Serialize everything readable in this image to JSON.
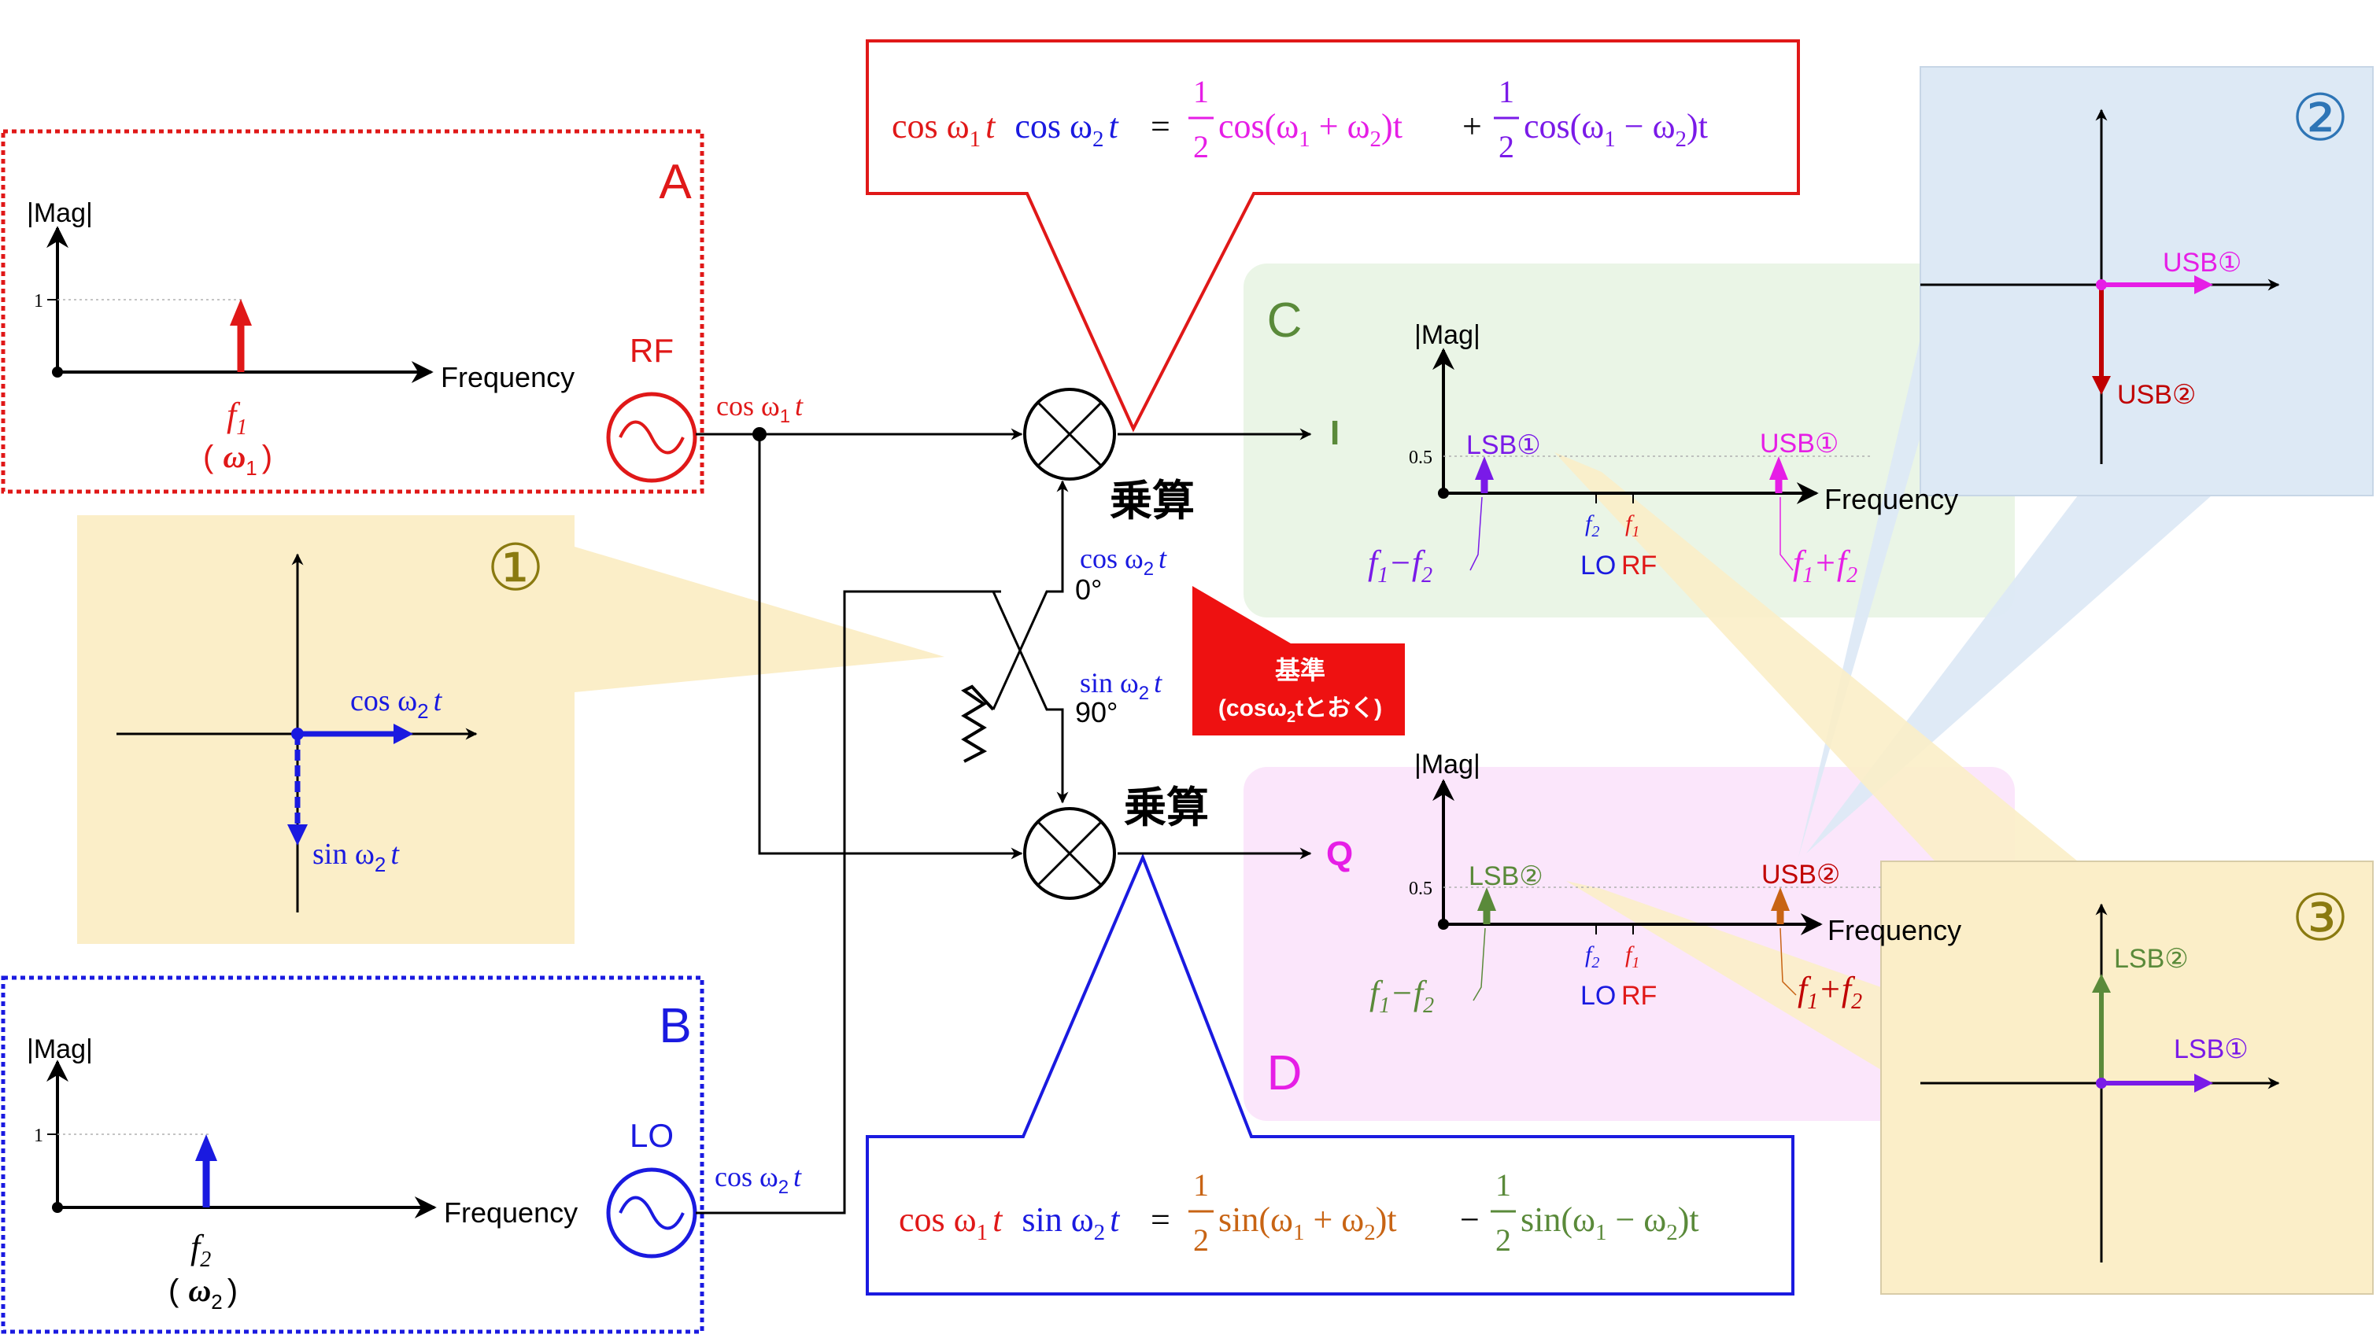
{
  "colors": {
    "red": "#e01818",
    "blue": "#1a1ae0",
    "magenta": "#e61ee6",
    "violet": "#7a1ae8",
    "green": "#5a8a3a",
    "dark_red": "#c00000",
    "orange": "#c86414",
    "olive": "#8a7a10",
    "steel_blue": "#2e75b6",
    "beige_bg": "#fbeec8",
    "green_bg": "#eaf5e6",
    "pink_bg": "#fbe6fb",
    "lightblue_bg": "#dde9f5"
  },
  "panel_a": {
    "letter": "A",
    "ylabel": "|Mag|",
    "ytick": "1",
    "xlabel": "Frequency",
    "freq_label": "f",
    "freq_sub": "1",
    "omega_open": "(",
    "omega": "ω",
    "omega_sub": "1",
    "omega_close": ")",
    "source_label": "RF",
    "signal_prefix": "cos ω",
    "signal_sub": "1",
    "signal_t": "t"
  },
  "panel_b": {
    "letter": "B",
    "ylabel": "|Mag|",
    "ytick": "1",
    "xlabel": "Frequency",
    "freq_label": "f",
    "freq_sub": "2",
    "omega_open": "(",
    "omega": "ω",
    "omega_sub": "2",
    "omega_close": ")",
    "source_label": "LO",
    "signal_prefix": "cos ω",
    "signal_sub": "2",
    "signal_t": "t"
  },
  "panel_1": {
    "number": "①",
    "cos_prefix": "cos ω",
    "cos_sub": "2",
    "cos_t": "t",
    "sin_prefix": "sin ω",
    "sin_sub": "2",
    "sin_t": "t"
  },
  "equation_top": {
    "lhs1": "cos ω",
    "lhs1_sub": "1",
    "lhs1_t": "t",
    "lhs2": "cos ω",
    "lhs2_sub": "2",
    "lhs2_t": "t",
    "eq": "=",
    "half_num": "1",
    "half_den": "2",
    "term1_fn": "cos(ω",
    "term1_sub1": "1",
    "term1_op": " + ω",
    "term1_sub2": "2",
    "term1_end": ")t",
    "plus": "+",
    "term2_fn": "cos(ω",
    "term2_sub1": "1",
    "term2_op": " − ω",
    "term2_sub2": "2",
    "term2_end": ")t"
  },
  "equation_bottom": {
    "lhs1": "cos ω",
    "lhs1_sub": "1",
    "lhs1_t": "t",
    "lhs2": "sin ω",
    "lhs2_sub": "2",
    "lhs2_t": "t",
    "eq": "=",
    "half_num": "1",
    "half_den": "2",
    "term1_fn": "sin(ω",
    "term1_sub1": "1",
    "term1_op": " + ω",
    "term1_sub2": "2",
    "term1_end": ")t",
    "minus": "−",
    "term2_fn": "sin(ω",
    "term2_sub1": "1",
    "term2_op": " − ω",
    "term2_sub2": "2",
    "term2_end": ")t"
  },
  "mixer": {
    "label_top": "乗算",
    "label_bottom": "乗算",
    "lo_cos_prefix": "cos ω",
    "lo_cos_sub": "2",
    "lo_cos_t": "t",
    "lo_sin_prefix": "sin ω",
    "lo_sin_sub": "2",
    "lo_sin_t": "t",
    "phase_0": "0°",
    "phase_90": "90°",
    "output_i": "I",
    "output_q": "Q"
  },
  "reference_callout": {
    "line1": "基準",
    "line2_open": "(cosω",
    "line2_sub": "2",
    "line2_close": "tとおく)"
  },
  "panel_c": {
    "letter": "C",
    "ylabel": "|Mag|",
    "ytick": "0.5",
    "xlabel": "Frequency",
    "lsb_label": "LSB①",
    "usb_label": "USB①",
    "f2_label": "f",
    "f2_sub": "2",
    "f1_label": "f",
    "f1_sub": "1",
    "lo_label": "LO",
    "rf_label": "RF",
    "diff_f": "f",
    "diff_sub1": "1",
    "diff_op": "−f",
    "diff_sub2": "2",
    "sum_f": "f",
    "sum_sub1": "1",
    "sum_op": "+f",
    "sum_sub2": "2"
  },
  "panel_d": {
    "letter": "D",
    "ylabel": "|Mag|",
    "ytick": "0.5",
    "xlabel": "Frequency",
    "lsb_label": "LSB②",
    "usb_label": "USB②",
    "f2_label": "f",
    "f2_sub": "2",
    "f1_label": "f",
    "f1_sub": "1",
    "lo_label": "LO",
    "rf_label": "RF",
    "diff_f": "f",
    "diff_sub1": "1",
    "diff_op": "−f",
    "diff_sub2": "2",
    "sum_f": "f",
    "sum_sub1": "1",
    "sum_op": "+f",
    "sum_sub2": "2"
  },
  "panel_2": {
    "number": "②",
    "usb1": "USB①",
    "usb2": "USB②"
  },
  "panel_3": {
    "number": "③",
    "lsb2": "LSB②",
    "lsb1": "LSB①"
  }
}
